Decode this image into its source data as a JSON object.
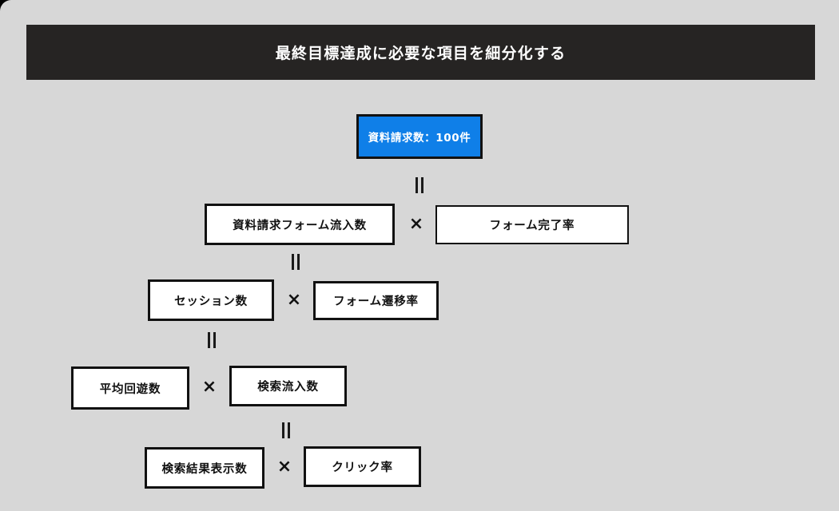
{
  "header": {
    "title": "最終目標達成に必要な項目を細分化する"
  },
  "colors": {
    "background": "#d7d7d7",
    "header_bar": "#262423",
    "header_text": "#ffffff",
    "goal_fill": "#0f7fe8",
    "box_fill": "#ffffff",
    "box_border": "#111111",
    "page_outside": "#000000"
  },
  "symbols": {
    "equals": "=",
    "multiply": "×"
  },
  "goal": {
    "label": "資料請求数：100件"
  },
  "rows": [
    {
      "left": "資料請求フォーム流入数",
      "operator": "×",
      "right": "フォーム完了率",
      "equals_above": "="
    },
    {
      "left": "セッション数",
      "operator": "×",
      "right": "フォーム遷移率",
      "equals_above": "="
    },
    {
      "left": "平均回遊数",
      "operator": "×",
      "right": "検索流入数",
      "equals_above": "="
    },
    {
      "left": "検索結果表示数",
      "operator": "×",
      "right": "クリック率",
      "equals_above": "="
    }
  ]
}
